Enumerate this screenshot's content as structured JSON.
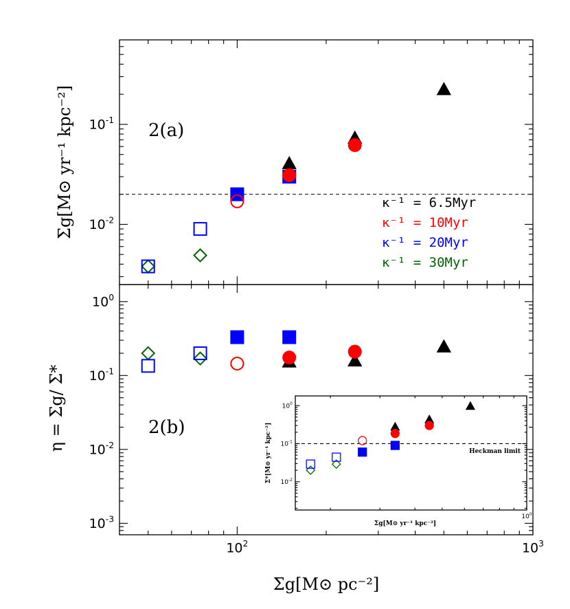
{
  "colors": {
    "k6": "#000000",
    "k10": "#ff0000",
    "k20": "#0000ff",
    "k30": "#006400"
  },
  "chart_data": [
    {
      "id": "a",
      "type": "scatter",
      "panel_label": "2(a)",
      "ylabel": "Σg[M⊙ yr⁻¹ kpc⁻²]",
      "x_scale": "log",
      "y_scale": "log",
      "xlim": [
        40,
        1000
      ],
      "ylim": [
        0.0025,
        0.7
      ],
      "y_ticks": [
        {
          "v": 0.01,
          "b": "10",
          "e": "-2"
        },
        {
          "v": 0.1,
          "b": "10",
          "e": "-1"
        }
      ],
      "x_ticks": [
        {
          "v": 100,
          "b": "10",
          "e": "2"
        },
        {
          "v": 1000,
          "b": "10",
          "e": "3"
        }
      ],
      "hline": 0.02,
      "legend": [
        {
          "text": "κ⁻¹ = 6.5Myr",
          "color": "#000000"
        },
        {
          "text": "κ⁻¹ = 10Myr",
          "color": "#ff0000"
        },
        {
          "text": "κ⁻¹ = 20Myr",
          "color": "#0000ff"
        },
        {
          "text": "κ⁻¹ = 30Myr",
          "color": "#006400"
        }
      ],
      "series": [
        {
          "name": "κ⁻¹ = 6.5Myr",
          "color": "#000000",
          "points": [
            {
              "x": 150,
              "y": 0.04,
              "m": "tri",
              "f": true
            },
            {
              "x": 250,
              "y": 0.072,
              "m": "tri",
              "f": true
            },
            {
              "x": 500,
              "y": 0.22,
              "m": "tri",
              "f": true
            }
          ]
        },
        {
          "name": "κ⁻¹ = 10Myr",
          "color": "#ff0000",
          "points": [
            {
              "x": 100,
              "y": 0.017,
              "m": "circle",
              "f": false
            },
            {
              "x": 150,
              "y": 0.031,
              "m": "circle",
              "f": true
            },
            {
              "x": 250,
              "y": 0.062,
              "m": "circle",
              "f": true
            }
          ]
        },
        {
          "name": "κ⁻¹ = 20Myr",
          "color": "#0000ff",
          "points": [
            {
              "x": 50,
              "y": 0.0038,
              "m": "square",
              "f": false
            },
            {
              "x": 75,
              "y": 0.009,
              "m": "square",
              "f": false
            },
            {
              "x": 100,
              "y": 0.02,
              "m": "square",
              "f": true
            },
            {
              "x": 150,
              "y": 0.03,
              "m": "square",
              "f": true
            }
          ]
        },
        {
          "name": "κ⁻¹ = 30Myr",
          "color": "#006400",
          "points": [
            {
              "x": 50,
              "y": 0.0038,
              "m": "diamond",
              "f": false
            },
            {
              "x": 75,
              "y": 0.0049,
              "m": "diamond",
              "f": false
            }
          ]
        }
      ]
    },
    {
      "id": "b",
      "type": "scatter",
      "panel_label": "2(b)",
      "ylabel": "η = Σg/ Σ*",
      "xlabel": "Σg[M⊙ pc⁻²]",
      "x_scale": "log",
      "y_scale": "log",
      "xlim": [
        40,
        1000
      ],
      "ylim": [
        0.0007,
        1.7
      ],
      "y_ticks": [
        {
          "v": 0.001,
          "b": "10",
          "e": "-3"
        },
        {
          "v": 0.01,
          "b": "10",
          "e": "-2"
        },
        {
          "v": 0.1,
          "b": "10",
          "e": "-1"
        },
        {
          "v": 1,
          "b": "10",
          "e": "0"
        }
      ],
      "x_ticks": [
        {
          "v": 100,
          "b": "10",
          "e": "2"
        },
        {
          "v": 1000,
          "b": "10",
          "e": "3"
        }
      ],
      "series": [
        {
          "name": "κ⁻¹ = 6.5Myr",
          "color": "#000000",
          "points": [
            {
              "x": 150,
              "y": 0.15,
              "m": "tri",
              "f": true
            },
            {
              "x": 250,
              "y": 0.155,
              "m": "tri",
              "f": true
            },
            {
              "x": 500,
              "y": 0.24,
              "m": "tri",
              "f": true
            }
          ]
        },
        {
          "name": "κ⁻¹ = 10Myr",
          "color": "#ff0000",
          "points": [
            {
              "x": 100,
              "y": 0.145,
              "m": "circle",
              "f": false
            },
            {
              "x": 150,
              "y": 0.175,
              "m": "circle",
              "f": true
            },
            {
              "x": 250,
              "y": 0.21,
              "m": "circle",
              "f": true
            }
          ]
        },
        {
          "name": "κ⁻¹ = 20Myr",
          "color": "#0000ff",
          "points": [
            {
              "x": 50,
              "y": 0.135,
              "m": "square",
              "f": false
            },
            {
              "x": 75,
              "y": 0.2,
              "m": "square",
              "f": false
            },
            {
              "x": 100,
              "y": 0.33,
              "m": "square",
              "f": true
            },
            {
              "x": 150,
              "y": 0.33,
              "m": "square",
              "f": true
            }
          ]
        },
        {
          "name": "κ⁻¹ = 30Myr",
          "color": "#006400",
          "points": [
            {
              "x": 50,
              "y": 0.2,
              "m": "diamond",
              "f": false
            },
            {
              "x": 75,
              "y": 0.17,
              "m": "diamond",
              "f": false
            }
          ]
        }
      ]
    },
    {
      "id": "inset",
      "type": "scatter",
      "ylabel": "Σ*[M⊙ yr⁻¹ kpc⁻²]",
      "xlabel": "Σg[M⊙ yr⁻¹ kpc⁻²]",
      "x_scale": "log",
      "y_scale": "log",
      "xlim": [
        0.15,
        1.0
      ],
      "ylim": [
        0.0018,
        1.8
      ],
      "y_ticks": [
        {
          "v": 0.01,
          "b": "10",
          "e": "-2"
        },
        {
          "v": 0.1,
          "b": "10",
          "e": "-1"
        },
        {
          "v": 1,
          "b": "10",
          "e": "0"
        }
      ],
      "x_ticks": [
        {
          "v": 1,
          "b": "10",
          "e": "0"
        }
      ],
      "hline": 0.1,
      "hline_label": "Heckman limit",
      "series": [
        {
          "name": "κ⁻¹ = 6.5Myr",
          "color": "#000000",
          "points": [
            {
              "x": 0.34,
              "y": 0.27,
              "m": "tri",
              "f": true
            },
            {
              "x": 0.45,
              "y": 0.42,
              "m": "tri",
              "f": true
            },
            {
              "x": 0.63,
              "y": 0.95,
              "m": "tri",
              "f": true
            }
          ]
        },
        {
          "name": "κ⁻¹ = 10Myr",
          "color": "#ff0000",
          "points": [
            {
              "x": 0.26,
              "y": 0.12,
              "m": "circle",
              "f": false
            },
            {
              "x": 0.34,
              "y": 0.185,
              "m": "circle",
              "f": true
            },
            {
              "x": 0.45,
              "y": 0.3,
              "m": "circle",
              "f": true
            }
          ]
        },
        {
          "name": "κ⁻¹ = 20Myr",
          "color": "#0000ff",
          "points": [
            {
              "x": 0.17,
              "y": 0.029,
              "m": "square",
              "f": false
            },
            {
              "x": 0.21,
              "y": 0.044,
              "m": "square",
              "f": false
            },
            {
              "x": 0.26,
              "y": 0.06,
              "m": "square",
              "f": true
            },
            {
              "x": 0.34,
              "y": 0.09,
              "m": "square",
              "f": true
            }
          ]
        },
        {
          "name": "κ⁻¹ = 30Myr",
          "color": "#006400",
          "points": [
            {
              "x": 0.17,
              "y": 0.02,
              "m": "diamond",
              "f": false
            },
            {
              "x": 0.21,
              "y": 0.029,
              "m": "diamond",
              "f": false
            }
          ]
        }
      ]
    }
  ]
}
